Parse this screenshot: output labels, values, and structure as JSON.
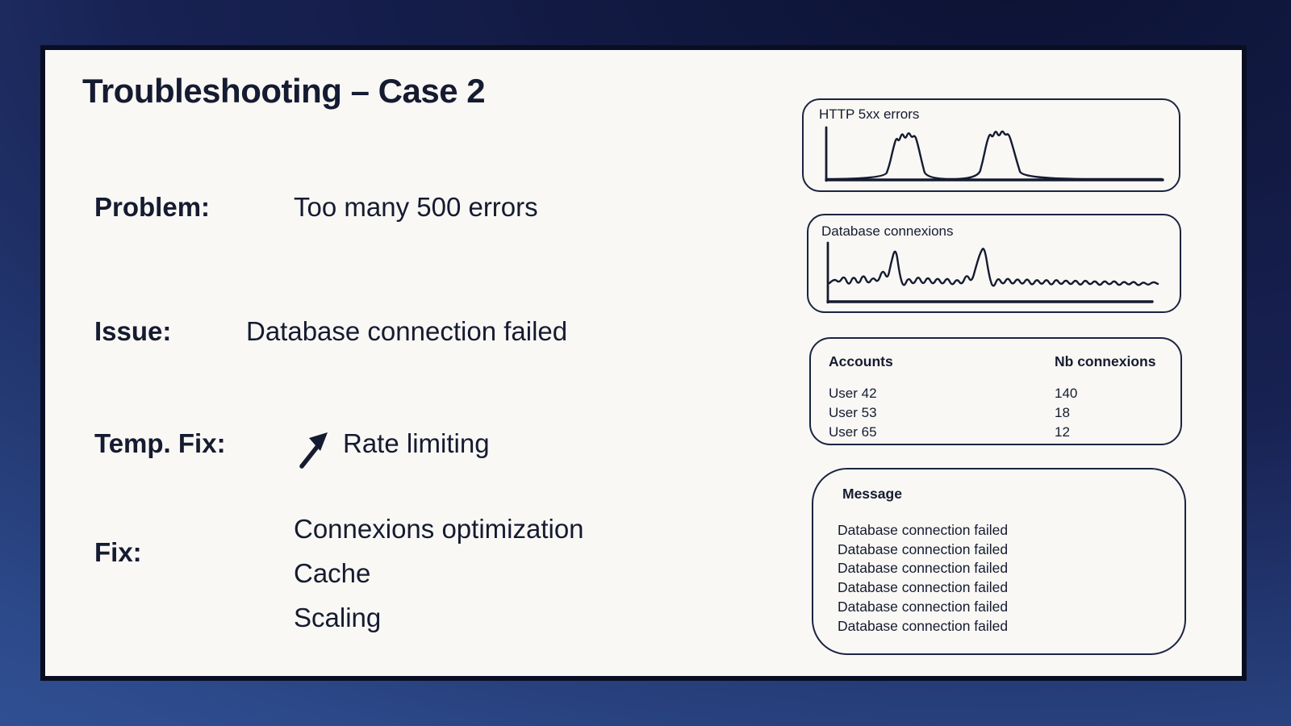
{
  "colors": {
    "ink": "#151b30",
    "slide_bg": "#f9f8f5",
    "slide_border": "#0a0e22",
    "panel_border": "#1b2440",
    "bg_top": "#0c1233",
    "bg_mid": "#182253",
    "bg_bottom": "#2d4b8c"
  },
  "slide": {
    "title": "Troubleshooting – Case 2",
    "rows": [
      {
        "label": "Problem:",
        "value": "Too many 500 errors"
      },
      {
        "label": "Issue:",
        "value": "Database connection failed"
      },
      {
        "label": "Temp. Fix:",
        "value": "Rate limiting",
        "icon": "trend-up-arrow-icon"
      },
      {
        "label": "Fix:",
        "values": [
          "Connexions optimization",
          "Cache",
          "Scaling"
        ]
      }
    ]
  },
  "panels": {
    "http_errors": {
      "label": "HTTP 5xx errors"
    },
    "db_connexions": {
      "label": "Database connexions"
    },
    "accounts": {
      "headers": [
        "Accounts",
        "Nb connexions"
      ],
      "rows": [
        {
          "account": "User 42",
          "connexions": "140"
        },
        {
          "account": "User 53",
          "connexions": "18"
        },
        {
          "account": "User 65",
          "connexions": "12"
        }
      ]
    },
    "messages": {
      "label": "Message",
      "lines": [
        "Database connection failed",
        "Database connection failed",
        "Database connection failed",
        "Database connection failed",
        "Database connection failed",
        "Database connection failed"
      ]
    }
  },
  "chart_data": [
    {
      "type": "line",
      "title": "HTTP 5xx errors",
      "style": "hand-drawn sketch, unlabeled axes, no ticks, no grid",
      "description": "Error count flat at zero with two burst plateaus of 5xx errors with wiggly tops",
      "xlabel": "",
      "ylabel": "",
      "axis": {
        "v": [
          8,
          8,
          74
        ],
        "h": [
          73,
          8,
          425
        ]
      },
      "points": [
        [
          8,
          72
        ],
        [
          80,
          72
        ],
        [
          86,
          56
        ],
        [
          91,
          34
        ],
        [
          95,
          20
        ],
        [
          98,
          26
        ],
        [
          102,
          14
        ],
        [
          106,
          23
        ],
        [
          110,
          13
        ],
        [
          114,
          21
        ],
        [
          118,
          17
        ],
        [
          122,
          31
        ],
        [
          127,
          53
        ],
        [
          132,
          72
        ],
        [
          196,
          72
        ],
        [
          202,
          50
        ],
        [
          207,
          26
        ],
        [
          211,
          15
        ],
        [
          214,
          21
        ],
        [
          218,
          11
        ],
        [
          222,
          20
        ],
        [
          226,
          11
        ],
        [
          230,
          18
        ],
        [
          234,
          15
        ],
        [
          239,
          31
        ],
        [
          245,
          53
        ],
        [
          251,
          72
        ],
        [
          424,
          72
        ]
      ]
    },
    {
      "type": "line",
      "title": "Database connexions",
      "style": "hand-drawn sketch, unlabeled axes, no ticks, no grid",
      "description": "Connexion count oscillating at a low level with two tall sharp spikes",
      "xlabel": "",
      "ylabel": "",
      "axis": {
        "v": [
          8,
          2,
          76
        ],
        "h": [
          75,
          8,
          410
        ]
      },
      "points": [
        [
          10,
          52
        ],
        [
          16,
          46
        ],
        [
          22,
          52
        ],
        [
          28,
          42
        ],
        [
          34,
          56
        ],
        [
          40,
          42
        ],
        [
          46,
          55
        ],
        [
          52,
          40
        ],
        [
          58,
          54
        ],
        [
          64,
          44
        ],
        [
          70,
          52
        ],
        [
          76,
          34
        ],
        [
          82,
          48
        ],
        [
          86,
          28
        ],
        [
          92,
          6
        ],
        [
          97,
          42
        ],
        [
          102,
          58
        ],
        [
          108,
          44
        ],
        [
          114,
          55
        ],
        [
          120,
          42
        ],
        [
          126,
          55
        ],
        [
          132,
          43
        ],
        [
          138,
          55
        ],
        [
          144,
          44
        ],
        [
          150,
          55
        ],
        [
          156,
          44
        ],
        [
          162,
          56
        ],
        [
          168,
          46
        ],
        [
          174,
          55
        ],
        [
          180,
          40
        ],
        [
          186,
          52
        ],
        [
          192,
          30
        ],
        [
          197,
          14
        ],
        [
          202,
          6
        ],
        [
          208,
          44
        ],
        [
          213,
          59
        ],
        [
          219,
          44
        ],
        [
          225,
          55
        ],
        [
          231,
          44
        ],
        [
          237,
          55
        ],
        [
          243,
          45
        ],
        [
          249,
          55
        ],
        [
          255,
          45
        ],
        [
          261,
          56
        ],
        [
          267,
          46
        ],
        [
          273,
          55
        ],
        [
          279,
          46
        ],
        [
          285,
          56
        ],
        [
          291,
          46
        ],
        [
          297,
          55
        ],
        [
          303,
          47
        ],
        [
          309,
          55
        ],
        [
          315,
          47
        ],
        [
          321,
          56
        ],
        [
          327,
          47
        ],
        [
          333,
          55
        ],
        [
          339,
          48
        ],
        [
          345,
          56
        ],
        [
          351,
          48
        ],
        [
          357,
          55
        ],
        [
          363,
          48
        ],
        [
          369,
          56
        ],
        [
          375,
          49
        ],
        [
          381,
          55
        ],
        [
          387,
          49
        ],
        [
          393,
          56
        ],
        [
          399,
          50
        ],
        [
          405,
          55
        ],
        [
          411,
          50
        ],
        [
          417,
          53
        ]
      ]
    },
    {
      "type": "table",
      "title": "Accounts by number of connexions",
      "columns": [
        "Accounts",
        "Nb connexions"
      ],
      "rows": [
        [
          "User 42",
          140
        ],
        [
          "User 53",
          18
        ],
        [
          "User 65",
          12
        ]
      ]
    }
  ]
}
